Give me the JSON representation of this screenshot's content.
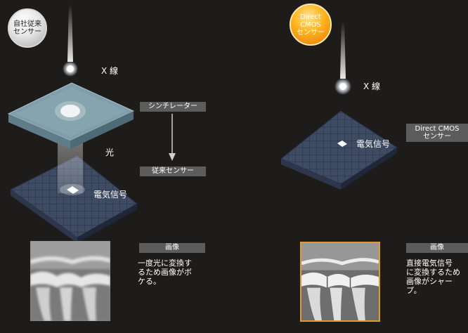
{
  "left": {
    "badge": [
      "自社従来",
      "センサー"
    ],
    "xray_label": "X 線",
    "scintillator_label": "シンチレーター",
    "light_label": "光",
    "sensor_label": "従来センサー",
    "signal_label": "電気信号",
    "image_label": "画像",
    "description": "一度光に変換す\nるため画像がボ\nケる。"
  },
  "right": {
    "badge": [
      "Direct",
      "CMOS",
      "センサー"
    ],
    "xray_label": "X 線",
    "signal_label": "電気信号",
    "sensor_label": [
      "Direct CMOS",
      "センサー"
    ],
    "image_label": "画像",
    "description": "直接電気信号\nに変換するため\n画像がシャー\nプ。"
  },
  "colors": {
    "background": "#1e1c1b",
    "label_box": "#5d5c5c",
    "scintillator": "#7f9ba6",
    "sensor_grid": "#3f4b63",
    "badge_orange": "#f59a12",
    "image_frame": "#e39a2b"
  }
}
